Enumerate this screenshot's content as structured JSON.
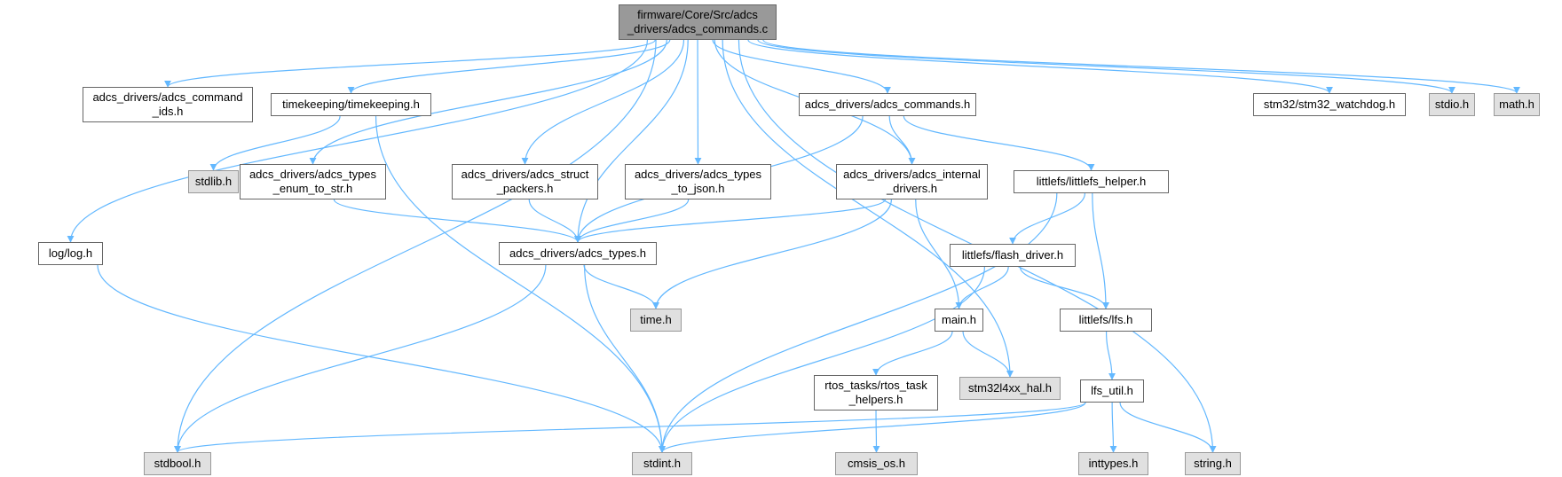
{
  "graph": {
    "colors": {
      "edge": "#63b8ff",
      "node_border": "#666666",
      "system_node_fill": "#e0e0e0",
      "system_node_border": "#999999",
      "root_node_fill": "#999999"
    },
    "nodes": {
      "root": {
        "label": "firmware/Core/Src/adcs\n_drivers/adcs_commands.c",
        "kind": "root"
      },
      "cmd_ids": {
        "label": "adcs_drivers/adcs_command\n_ids.h",
        "kind": "project"
      },
      "timekeeping": {
        "label": "timekeeping/timekeeping.h",
        "kind": "project"
      },
      "commands_h": {
        "label": "adcs_drivers/adcs_commands.h",
        "kind": "project"
      },
      "watchdog": {
        "label": "stm32/stm32_watchdog.h",
        "kind": "project"
      },
      "stdio": {
        "label": "stdio.h",
        "kind": "system"
      },
      "math": {
        "label": "math.h",
        "kind": "system"
      },
      "stdlib": {
        "label": "stdlib.h",
        "kind": "system"
      },
      "enum_to_str": {
        "label": "adcs_drivers/adcs_types\n_enum_to_str.h",
        "kind": "project"
      },
      "struct_packers": {
        "label": "adcs_drivers/adcs_struct\n_packers.h",
        "kind": "project"
      },
      "types_to_json": {
        "label": "adcs_drivers/adcs_types\n_to_json.h",
        "kind": "project"
      },
      "internal_drivers": {
        "label": "adcs_drivers/adcs_internal\n_drivers.h",
        "kind": "project"
      },
      "littlefs_helper": {
        "label": "littlefs/littlefs_helper.h",
        "kind": "project"
      },
      "log": {
        "label": "log/log.h",
        "kind": "project"
      },
      "types_h": {
        "label": "adcs_drivers/adcs_types.h",
        "kind": "project"
      },
      "flash_driver": {
        "label": "littlefs/flash_driver.h",
        "kind": "project"
      },
      "time": {
        "label": "time.h",
        "kind": "system"
      },
      "main": {
        "label": "main.h",
        "kind": "project"
      },
      "lfs": {
        "label": "littlefs/lfs.h",
        "kind": "project"
      },
      "rtos_helpers": {
        "label": "rtos_tasks/rtos_task\n_helpers.h",
        "kind": "project"
      },
      "hal": {
        "label": "stm32l4xx_hal.h",
        "kind": "system"
      },
      "lfs_util": {
        "label": "lfs_util.h",
        "kind": "project"
      },
      "stdbool": {
        "label": "stdbool.h",
        "kind": "system"
      },
      "stdint": {
        "label": "stdint.h",
        "kind": "system"
      },
      "cmsis_os": {
        "label": "cmsis_os.h",
        "kind": "system"
      },
      "inttypes": {
        "label": "inttypes.h",
        "kind": "system"
      },
      "string": {
        "label": "string.h",
        "kind": "system"
      }
    },
    "edges": [
      [
        "root",
        "cmd_ids"
      ],
      [
        "root",
        "timekeeping"
      ],
      [
        "root",
        "commands_h"
      ],
      [
        "root",
        "watchdog"
      ],
      [
        "root",
        "stdio"
      ],
      [
        "root",
        "math"
      ],
      [
        "root",
        "log"
      ],
      [
        "root",
        "stdbool"
      ],
      [
        "root",
        "enum_to_str"
      ],
      [
        "root",
        "types_h"
      ],
      [
        "root",
        "struct_packers"
      ],
      [
        "root",
        "types_to_json"
      ],
      [
        "root",
        "internal_drivers"
      ],
      [
        "root",
        "hal"
      ],
      [
        "root",
        "string"
      ],
      [
        "timekeeping",
        "stdlib"
      ],
      [
        "timekeeping",
        "stdint"
      ],
      [
        "commands_h",
        "types_h"
      ],
      [
        "commands_h",
        "internal_drivers"
      ],
      [
        "commands_h",
        "littlefs_helper"
      ],
      [
        "enum_to_str",
        "types_h"
      ],
      [
        "struct_packers",
        "types_h"
      ],
      [
        "types_to_json",
        "types_h"
      ],
      [
        "internal_drivers",
        "types_h"
      ],
      [
        "internal_drivers",
        "time"
      ],
      [
        "internal_drivers",
        "main"
      ],
      [
        "littlefs_helper",
        "flash_driver"
      ],
      [
        "littlefs_helper",
        "lfs"
      ],
      [
        "littlefs_helper",
        "stdint"
      ],
      [
        "log",
        "stdint"
      ],
      [
        "types_h",
        "time"
      ],
      [
        "types_h",
        "stdbool"
      ],
      [
        "types_h",
        "stdint"
      ],
      [
        "flash_driver",
        "main"
      ],
      [
        "flash_driver",
        "lfs"
      ],
      [
        "flash_driver",
        "stdint"
      ],
      [
        "main",
        "rtos_helpers"
      ],
      [
        "main",
        "hal"
      ],
      [
        "lfs",
        "lfs_util"
      ],
      [
        "rtos_helpers",
        "cmsis_os"
      ],
      [
        "lfs_util",
        "stdbool"
      ],
      [
        "lfs_util",
        "stdint"
      ],
      [
        "lfs_util",
        "inttypes"
      ],
      [
        "lfs_util",
        "string"
      ]
    ]
  }
}
